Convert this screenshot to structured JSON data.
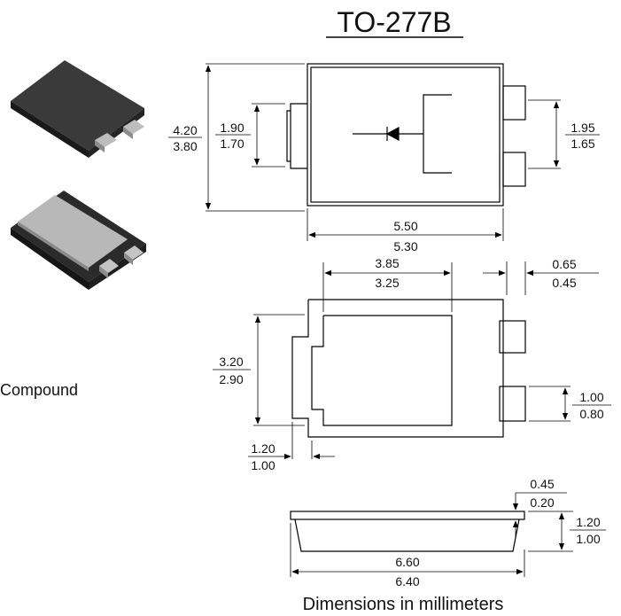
{
  "package_title": "TO-277B",
  "partial_label": "Compound",
  "footer": "Dimensions in millimeters",
  "top_view": {
    "body_height": {
      "max": "4.20",
      "min": "3.80"
    },
    "tab_height": {
      "max": "1.90",
      "min": "1.70"
    },
    "lead_span": {
      "max": "1.95",
      "min": "1.65"
    },
    "body_width": {
      "max": "5.50",
      "min": "5.30"
    }
  },
  "pad_view": {
    "pad_width": {
      "max": "3.85",
      "min": "3.25"
    },
    "lead_width": {
      "max": "0.65",
      "min": "0.45"
    },
    "pad_height": {
      "max": "3.20",
      "min": "2.90"
    },
    "lead_pad_height": {
      "max": "1.00",
      "min": "0.80"
    },
    "tab_offset": {
      "max": "1.20",
      "min": "1.00"
    }
  },
  "side_view": {
    "lead_thickness": {
      "max": "0.45",
      "min": "0.20"
    },
    "height": {
      "max": "1.20",
      "min": "1.00"
    },
    "length": {
      "max": "6.60",
      "min": "6.40"
    }
  },
  "colors": {
    "line": "#000000",
    "body_dark": "#2b2b2b",
    "pad_grey": "#a9a9a9"
  },
  "icons": [
    "package-top-icon",
    "package-bottom-icon",
    "diode-symbol-icon"
  ]
}
